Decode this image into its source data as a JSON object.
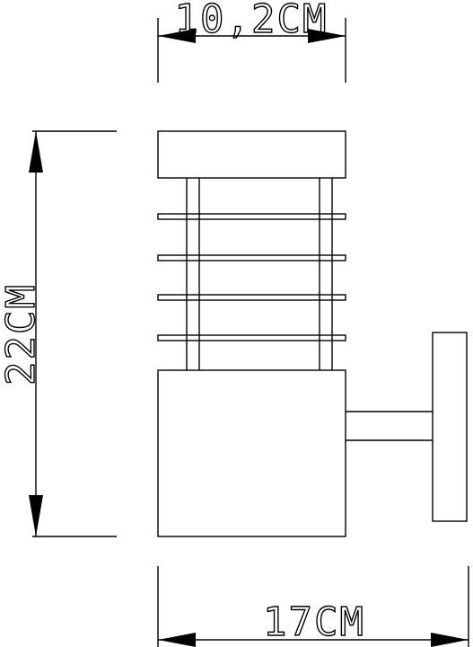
{
  "dimensions": {
    "width_label": "10,2CM",
    "height_label": "22CM",
    "depth_label": "17CM"
  },
  "colors": {
    "line": "#000000",
    "background": "#ffffff"
  }
}
